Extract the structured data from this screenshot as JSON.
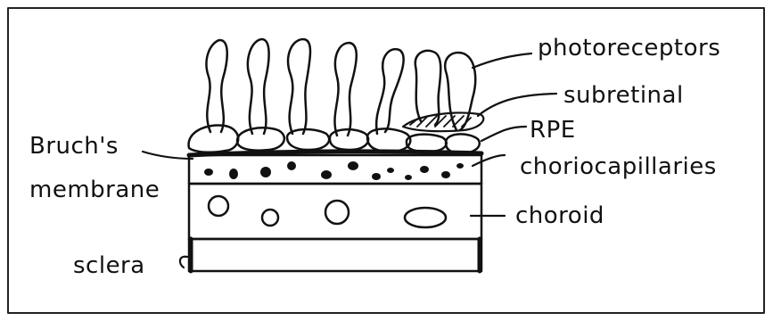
{
  "labels": {
    "photoreceptors": "photoreceptors",
    "subretinal": "subretinal",
    "rpe": "RPE",
    "choriocapillaries": "choriocapillaries",
    "choroid": "choroid",
    "bruch_line1": "Bruch's",
    "bruch_line2": "membrane",
    "sclera": "sclera"
  },
  "colors": {
    "ink": "#111111",
    "frame": "#222222",
    "background": "#ffffff"
  }
}
